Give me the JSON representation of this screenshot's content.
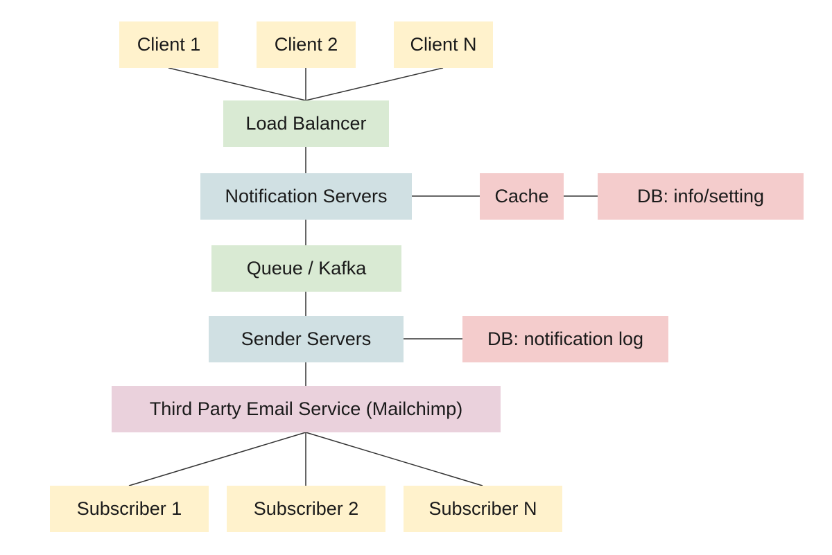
{
  "colors": {
    "client_fill": "#fff2cc",
    "balancer_fill": "#d9ead3",
    "server_fill": "#d0e0e3",
    "storage_fill": "#f4cccc",
    "external_fill": "#ead1dc",
    "connector": "#333333"
  },
  "nodes": {
    "client_1": "Client 1",
    "client_2": "Client 2",
    "client_n": "Client N",
    "load_balancer": "Load Balancer",
    "notification_servers": "Notification Servers",
    "cache": "Cache",
    "db_info_setting": "DB: info/setting",
    "queue": "Queue / Kafka",
    "sender_servers": "Sender Servers",
    "db_notification_log": "DB: notification log",
    "third_party": "Third Party Email Service (Mailchimp)",
    "subscriber_1": "Subscriber 1",
    "subscriber_2": "Subscriber 2",
    "subscriber_n": "Subscriber N"
  },
  "edges": [
    [
      "client_1",
      "load_balancer"
    ],
    [
      "client_2",
      "load_balancer"
    ],
    [
      "client_n",
      "load_balancer"
    ],
    [
      "load_balancer",
      "notification_servers"
    ],
    [
      "notification_servers",
      "cache"
    ],
    [
      "cache",
      "db_info_setting"
    ],
    [
      "notification_servers",
      "queue"
    ],
    [
      "queue",
      "sender_servers"
    ],
    [
      "sender_servers",
      "db_notification_log"
    ],
    [
      "sender_servers",
      "third_party"
    ],
    [
      "third_party",
      "subscriber_1"
    ],
    [
      "third_party",
      "subscriber_2"
    ],
    [
      "third_party",
      "subscriber_n"
    ]
  ]
}
